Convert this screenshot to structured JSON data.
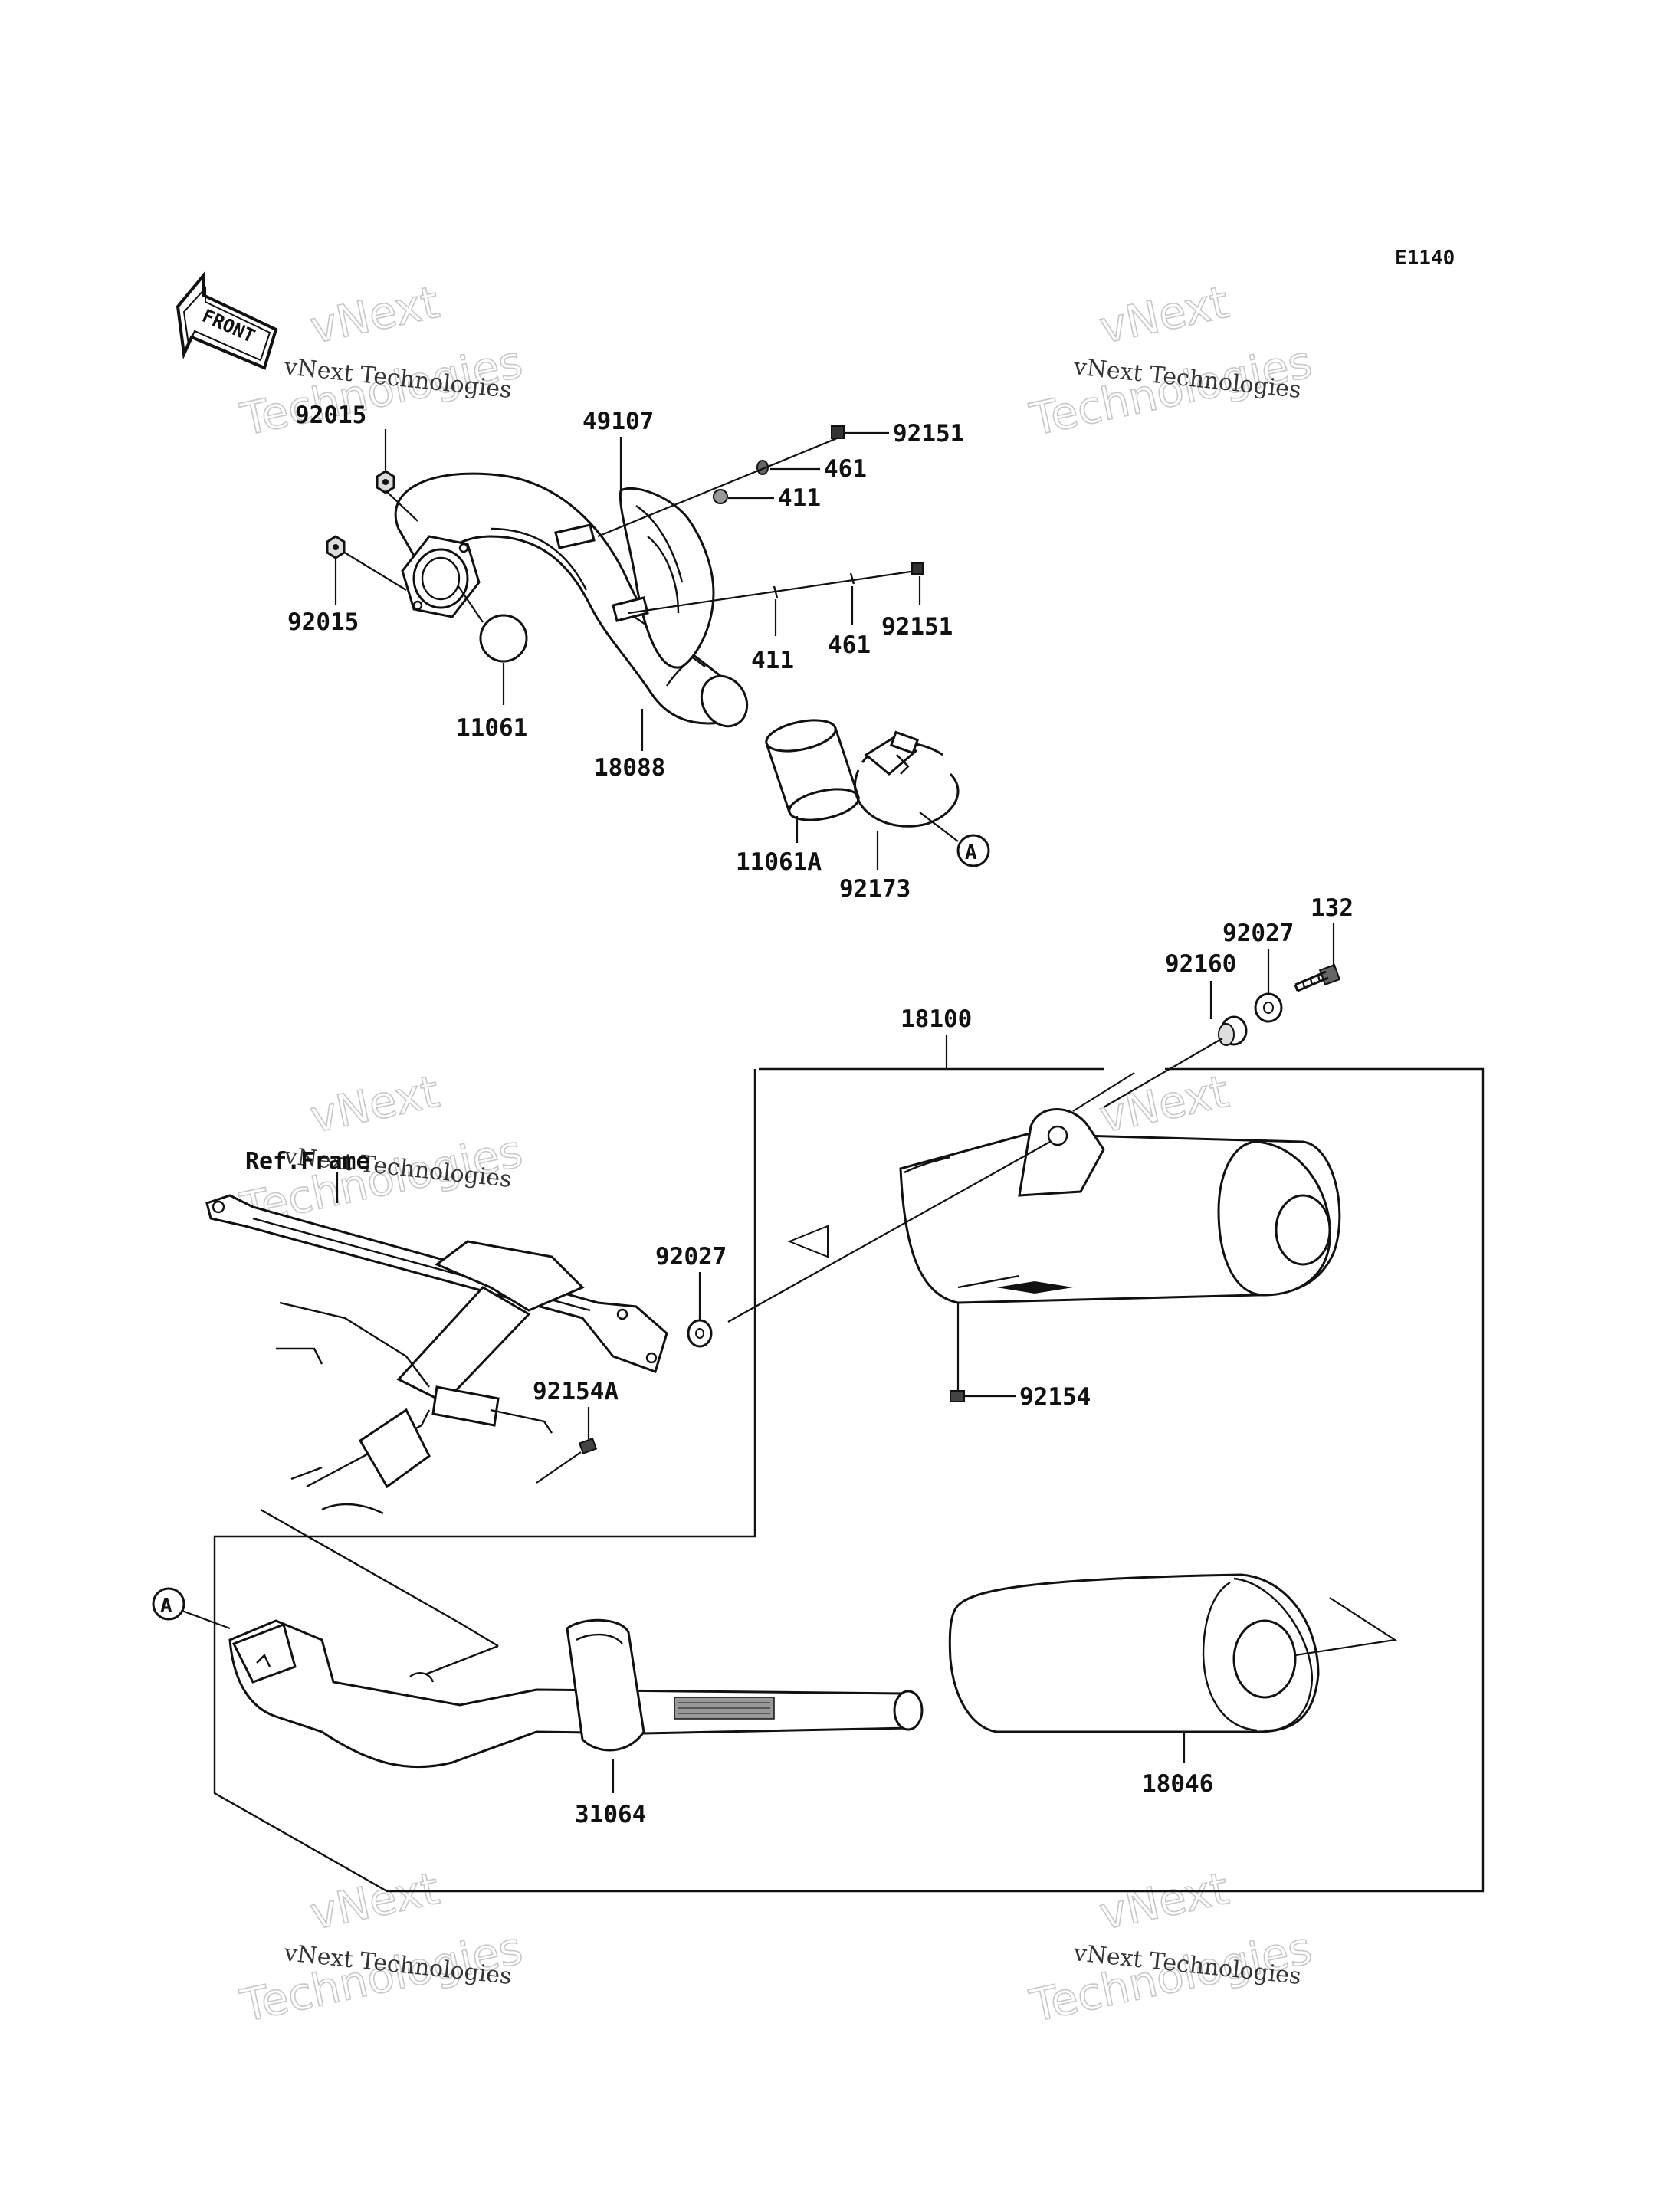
{
  "diagram": {
    "code": "E1140",
    "front_label": "FRONT",
    "ref_label": "Ref.Frame",
    "callout_label": "A",
    "watermark_line1": "vNext Technologies",
    "watermark_line2": "vNext",
    "watermark_line3": "Technologies",
    "parts": {
      "p92015_top": "92015",
      "p92015_bottom": "92015",
      "p11061": "11061",
      "p18088": "18088",
      "p49107": "49107",
      "p92151_top": "92151",
      "p461_top": "461",
      "p411_top": "411",
      "p411_bottom": "411",
      "p461_bottom": "461",
      "p92151_bottom": "92151",
      "p11061A": "11061A",
      "p92173": "92173",
      "p132": "132",
      "p92027_top": "92027",
      "p92160": "92160",
      "p18100": "18100",
      "p92027_mid": "92027",
      "p92154A": "92154A",
      "p92154": "92154",
      "p18046": "18046",
      "p31064": "31064"
    }
  }
}
